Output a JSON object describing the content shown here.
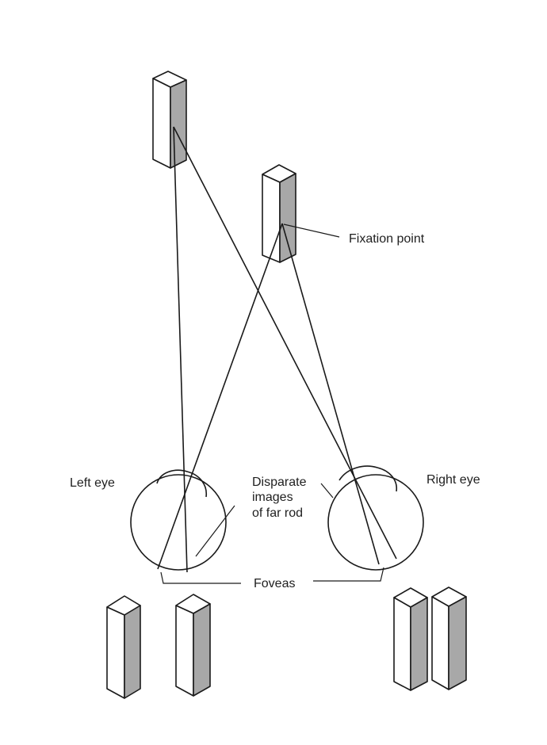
{
  "labels": {
    "fixation_point": "Fixation point",
    "left_eye": "Left eye",
    "right_eye": "Right eye",
    "disparate": [
      "Disparate",
      "images",
      "of far rod"
    ],
    "foveas": "Foveas"
  },
  "colors": {
    "ink": "#1a1a1a",
    "shading": "#a8a8a8",
    "background": "#ffffff"
  }
}
